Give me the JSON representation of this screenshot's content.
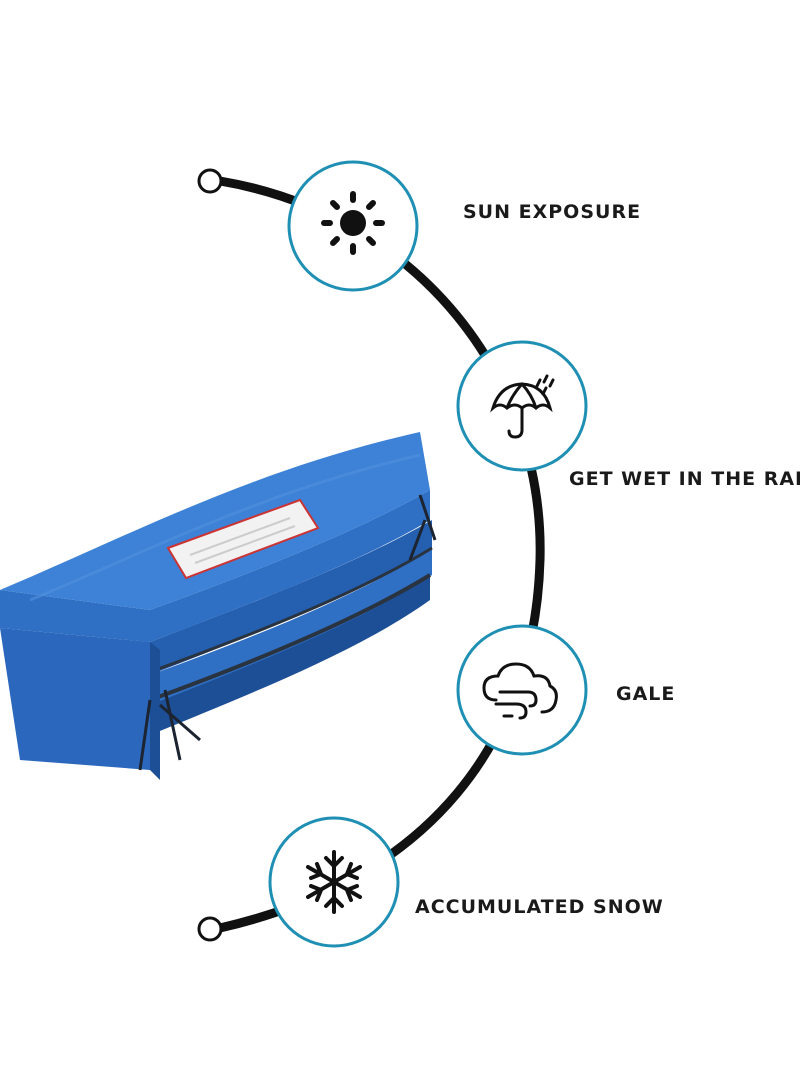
{
  "features": [
    {
      "label": "SUN EXPOSURE",
      "icon": "sun-icon"
    },
    {
      "label": "GET WET IN THE RAIN",
      "icon": "umbrella-rain-icon"
    },
    {
      "label": "GALE",
      "icon": "wind-cloud-icon"
    },
    {
      "label": "ACCUMULATED SNOW",
      "icon": "snowflake-icon"
    }
  ],
  "colors": {
    "circle_border": "#1f8fb3",
    "curve": "#111111",
    "icon": "#111111",
    "text": "#1a1a1a",
    "pad_blue": "#2f6fc4",
    "pad_dark": "#1d4f96",
    "pad_light": "#4e8ddc"
  }
}
